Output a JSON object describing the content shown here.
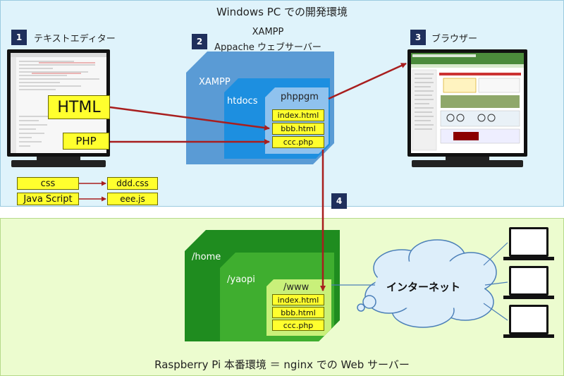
{
  "top_zone_title": "Windows PC での開発環境",
  "bottom_zone_title": "Raspberry Pi 本番環境 ＝ nginx での Web サーバー",
  "step1": {
    "num": "1",
    "label": "テキストエディター"
  },
  "step2": {
    "num": "2",
    "label_line1": "XAMPP",
    "label_line2": "Appache ウェブサーバー"
  },
  "step3": {
    "num": "3",
    "label": "ブラウザー"
  },
  "step4": {
    "num": "4"
  },
  "editor_tags": {
    "html": "HTML",
    "php": "PHP"
  },
  "xampp": {
    "outer": "XAMPP",
    "htdocs": "htdocs",
    "folder": "phppgm",
    "files": [
      "index.html",
      "bbb.html",
      "ccc.php"
    ]
  },
  "assets": [
    {
      "from": "css",
      "to": "ddd.css"
    },
    {
      "from": "Java Script",
      "to": "eee.js"
    }
  ],
  "raspi": {
    "home": "/home",
    "user": "/yaopi",
    "www": "/www",
    "files": [
      "index.html",
      "bbb.html",
      "ccc.php"
    ]
  },
  "cloud_label": "インターネット",
  "colors": {
    "arrow": "#a81e1e",
    "file_bg": "#ffff2e",
    "xampp_blue": "#5a9bd5",
    "raspi_green": "#1f8c1f",
    "badge": "#1f2f5c"
  }
}
